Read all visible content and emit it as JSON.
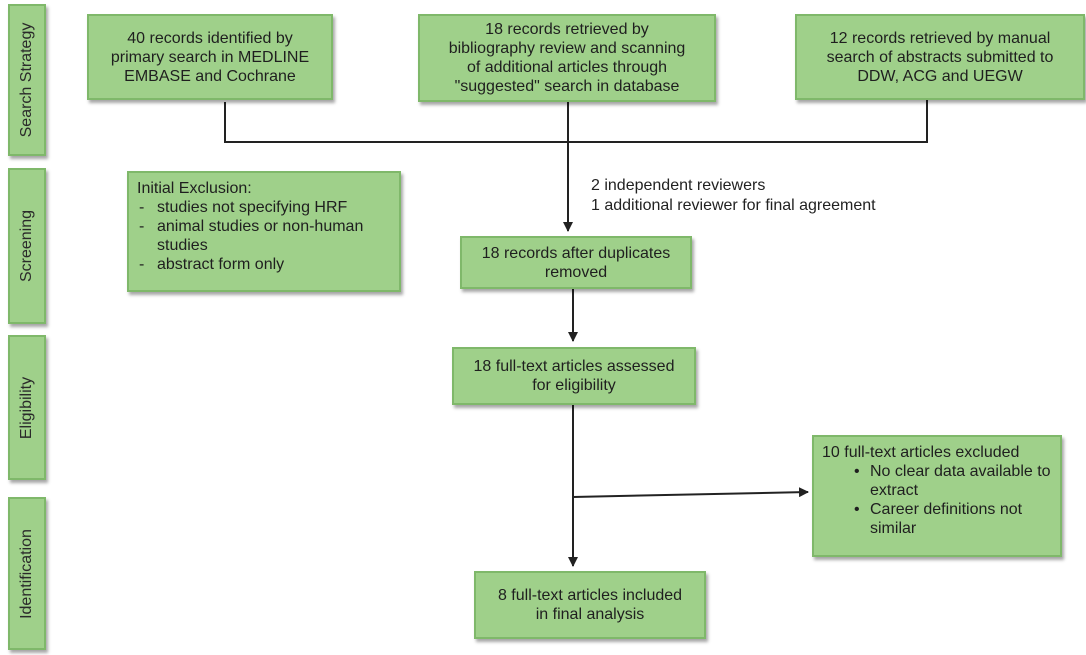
{
  "stages": [
    {
      "label": "Search Strategy"
    },
    {
      "label": "Screening"
    },
    {
      "label": "Eligibility"
    },
    {
      "label": "Identification"
    }
  ],
  "boxes": {
    "primary_search": "40 records identified by\nprimary search in MEDLINE\nEMBASE and Cochrane",
    "bibliography": "18 records retrieved by\nbibliography review and scanning\nof additional articles through\n\"suggested\" search in database",
    "manual_search": "12 records retrieved by manual\nsearch of abstracts submitted to\nDDW, ACG and UEGW",
    "duplicates_removed": "18 records after duplicates\nremoved",
    "full_text_assessed": "18 full-text articles assessed\nfor eligibility",
    "included": "8 full-text articles included\nin final analysis"
  },
  "initial_exclusion": {
    "title": "Initial Exclusion:",
    "items": [
      "studies not specifying HRF",
      "animal studies or non-human studies",
      "abstract form only"
    ]
  },
  "excluded": {
    "title": "10 full-text articles excluded",
    "items": [
      "No clear data available to extract",
      "Career definitions not similar"
    ]
  },
  "reviewer_note": {
    "line1": "2 independent reviewers",
    "line2": "1 additional reviewer for final agreement"
  }
}
